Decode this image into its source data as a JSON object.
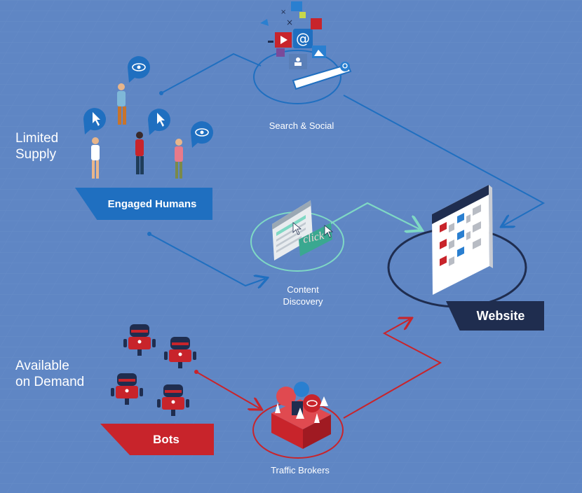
{
  "labels": {
    "limited_supply": "Limited\nSupply",
    "available_on_demand": "Available\non Demand",
    "search_social": "Search & Social",
    "content_discovery": "Content\nDiscovery",
    "traffic_brokers": "Traffic Brokers"
  },
  "banners": {
    "engaged_humans": "Engaged Humans",
    "website": "Website",
    "bots": "Bots"
  },
  "click_badge": "click",
  "colors": {
    "background": "#5f86c4",
    "human_flow": "#1f6fc0",
    "bot_flow": "#c8242b",
    "discovery_flow": "#7fd8c4",
    "website_navy": "#1f2d4f"
  },
  "icons": [
    "eye-icon",
    "cursor-icon",
    "at-sign-icon",
    "play-icon",
    "users-icon",
    "search-icon",
    "robot-icon",
    "gift-box-icon",
    "webpage-icon"
  ]
}
